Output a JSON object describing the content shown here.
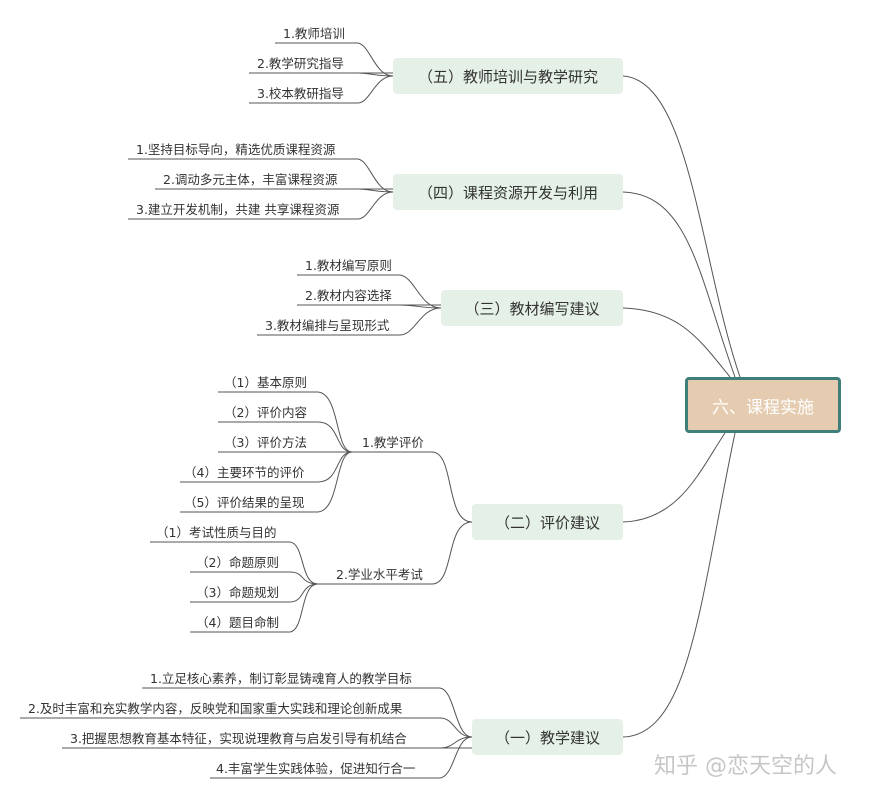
{
  "root": "六、课程实施",
  "branches": [
    {
      "label": "（五）教师培训与教学研究",
      "items": [
        "1.教师培训",
        "2.教学研究指导",
        "3.校本教研指导"
      ]
    },
    {
      "label": "（四）课程资源开发与利用",
      "items": [
        "1.坚持目标导向，精选优质课程资源",
        "2.调动多元主体，丰富课程资源",
        "3.建立开发机制，共建 共享课程资源"
      ]
    },
    {
      "label": "（三）教材编写建议",
      "items": [
        "1.教材编写原则",
        "2.教材内容选择",
        "3.教材编排与呈现形式"
      ]
    },
    {
      "label": "（二）评价建议",
      "subs": [
        {
          "label": "1.教学评价",
          "items": [
            "（1）基本原则",
            "（2）评价内容",
            "（3）评价方法",
            "（4）主要环节的评价",
            "（5）评价结果的呈现"
          ]
        },
        {
          "label": "2.学业水平考试",
          "items": [
            "（1）考试性质与目的",
            "（2）命题原则",
            "（3）命题规划",
            "（4）题目命制"
          ]
        }
      ]
    },
    {
      "label": "（一）教学建议",
      "items": [
        "1.立足核心素养，制订彰显铸魂育人的教学目标",
        "2.及时丰富和充实教学内容，反映党和国家重大实践和理论创新成果",
        "3.把握思想教育基本特征，实现说理教育与启发引导有机结合",
        "4.丰富学生实践体验，促进知行合一"
      ]
    }
  ],
  "watermark": "知乎 @恋天空的人",
  "colors": {
    "root_fill": "#e5ccb0",
    "root_border": "#3f7f7a",
    "branch_fill": "#e5f0e6",
    "line": "#555555"
  }
}
